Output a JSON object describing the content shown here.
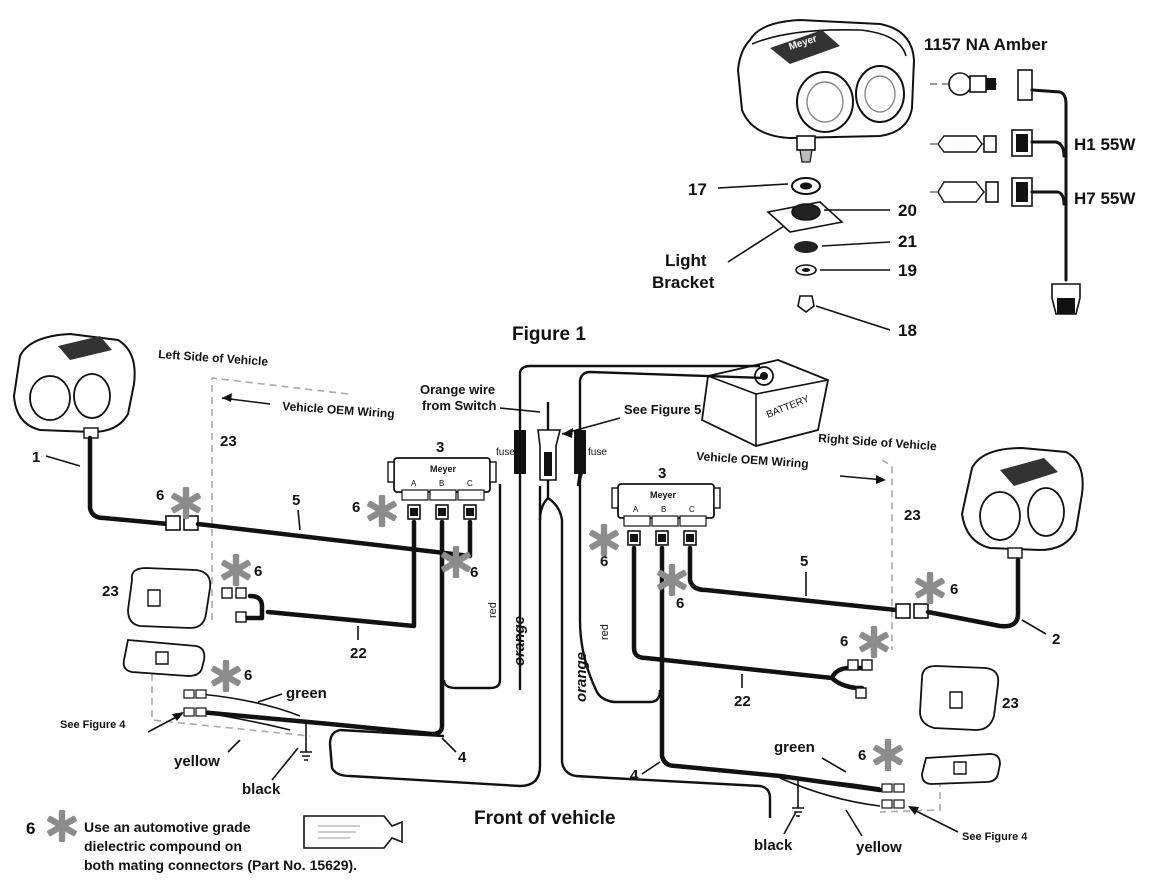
{
  "title": "Figure 1",
  "bottom_caption": "Front of vehicle",
  "left_side": {
    "side_label": "Left Side of Vehicle",
    "oem_label": "Vehicle OEM Wiring",
    "wire_orange": "orange",
    "wire_red": "red",
    "fuse": "fuse",
    "green": "green",
    "yellow": "yellow",
    "black": "black",
    "see_fig4": "See Figure  4"
  },
  "right_side": {
    "side_label": "Right Side of Vehicle",
    "oem_label": "Vehicle OEM Wiring",
    "wire_orange": "orange",
    "wire_red": "red",
    "fuse": "fuse",
    "green": "green",
    "yellow": "yellow",
    "black": "black",
    "see_fig4": "See Figure  4"
  },
  "center": {
    "orange_wire_from_switch": [
      "Orange wire",
      "from Switch"
    ],
    "see_fig5": "See Figure 5",
    "battery": "BATTERY"
  },
  "bulbs": {
    "amber": "1157 NA  Amber",
    "h1": "H1 55W",
    "h7": "H7 55W"
  },
  "light_bracket": [
    "Light",
    "Bracket"
  ],
  "brand": "Meyer",
  "module_pins": [
    "A",
    "B",
    "C"
  ],
  "callouts": {
    "n1": "1",
    "n2": "2",
    "n3": "3",
    "n4": "4",
    "n5": "5",
    "n6": "6",
    "n17": "17",
    "n18": "18",
    "n19": "19",
    "n20": "20",
    "n21": "21",
    "n22": "22",
    "n23": "23"
  },
  "note": {
    "number": "6",
    "lines": [
      "Use an automotive grade",
      "dielectric compound on",
      "both mating connectors (Part No. 15629)."
    ]
  },
  "colors": {
    "asterisk": "#8c8c8c",
    "dashed_oem": "#aaaaaa",
    "ink": "#111111"
  }
}
